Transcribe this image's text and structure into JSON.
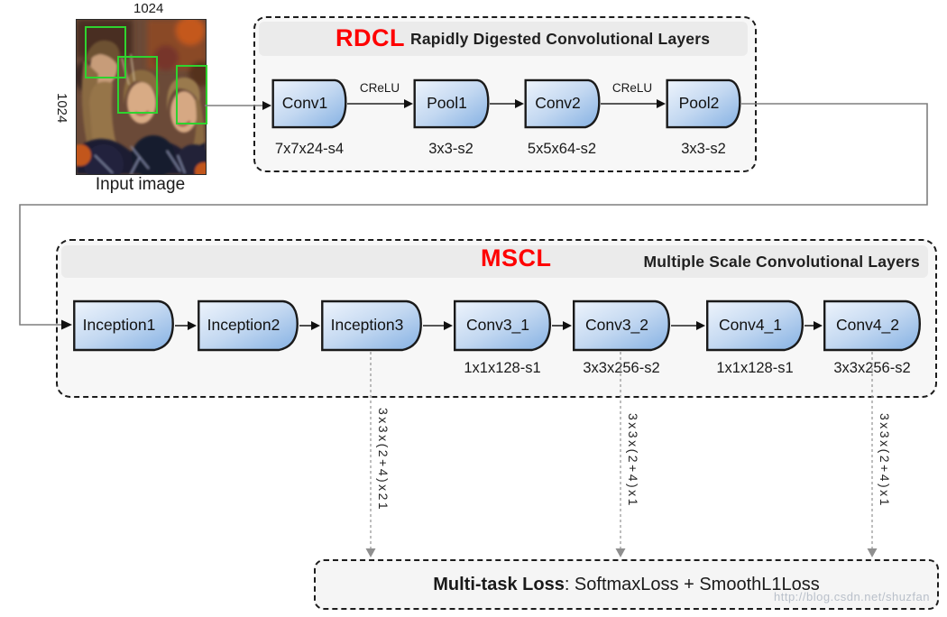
{
  "input_image": {
    "top_dim": "1024",
    "side_dim": "1024",
    "caption": "Input image"
  },
  "rdcl": {
    "abbr": "RDCL",
    "title": "Rapidly Digested Convolutional Layers",
    "activation1": "CReLU",
    "activation2": "CReLU",
    "blocks": [
      {
        "label": "Conv1",
        "sub": "7x7x24-s4"
      },
      {
        "label": "Pool1",
        "sub": "3x3-s2"
      },
      {
        "label": "Conv2",
        "sub": "5x5x64-s2"
      },
      {
        "label": "Pool2",
        "sub": "3x3-s2"
      }
    ]
  },
  "mscl": {
    "abbr": "MSCL",
    "title": "Multiple Scale Convolutional Layers",
    "blocks": [
      {
        "label": "Inception1",
        "sub": ""
      },
      {
        "label": "Inception2",
        "sub": ""
      },
      {
        "label": "Inception3",
        "sub": ""
      },
      {
        "label": "Conv3_1",
        "sub": "1x1x128-s1"
      },
      {
        "label": "Conv3_2",
        "sub": "3x3x256-s2"
      },
      {
        "label": "Conv4_1",
        "sub": "1x1x128-s1"
      },
      {
        "label": "Conv4_2",
        "sub": "3x3x256-s2"
      }
    ]
  },
  "outputs": {
    "label1": "3x3x(2+4)x21",
    "label2": "3x3x(2+4)x1",
    "label3": "3x3x(2+4)x1"
  },
  "loss": {
    "title_bold": "Multi-task Loss",
    "title_rest": ": SoftmaxLoss + SmoothL1Loss"
  },
  "watermark": "http://blog.csdn.net/shuzfan",
  "colors": {
    "accent_red": "#fe0000",
    "block_gradient_start": "#edf3fc",
    "block_gradient_end": "#86b2e4",
    "block_border": "#1a1a1a",
    "container_fill": "#f7f7f7",
    "header_strip_fill": "#ebebeb",
    "connector_gray": "#7f7f7f",
    "face_box_green": "#2fd32f"
  }
}
